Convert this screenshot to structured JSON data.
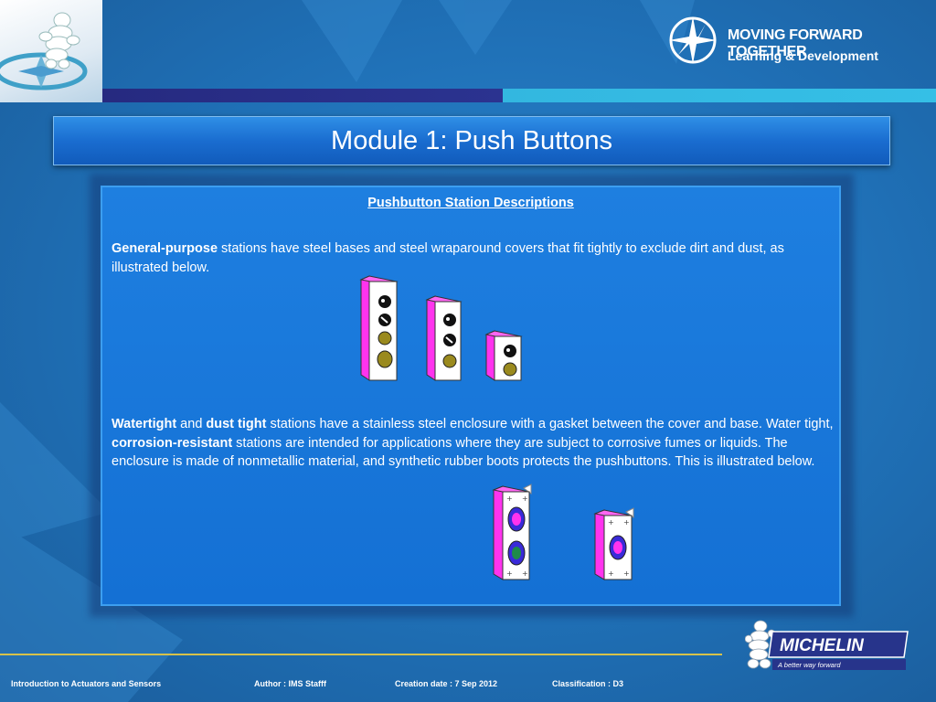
{
  "header": {
    "brand_line1": "MOVING FORWARD TOGETHER",
    "brand_line2": "Learning & Development"
  },
  "title": "Module 1:  Push Buttons",
  "panel": {
    "heading": "Pushbutton Station Descriptions",
    "p1_bold": "General-purpose",
    "p1_text": " stations have steel bases and steel wraparound covers that fit tightly to exclude dirt and dust, as illustrated below.",
    "p2_bold1": "Watertight",
    "p2_and": " and ",
    "p2_bold2": "dust tight",
    "p2_text1": " stations have a stainless steel enclosure with a gasket between the cover and base.  Water tight, ",
    "p2_bold3": "corrosion-resistant",
    "p2_text2": " stations are intended for applications where they are subject to corrosive fumes or liquids.  The enclosure is made of nonmetallic material, and synthetic rubber boots protects the pushbuttons.  This is illustrated  below."
  },
  "footer": {
    "course": "Introduction to Actuators and Sensors",
    "author": "Author : IMS Stafff",
    "date": "Creation date : 7 Sep 2012",
    "classification": "Classification : D3"
  },
  "michelin": {
    "name": "MICHELIN",
    "tagline": "A better way forward"
  },
  "colors": {
    "pink": "#ff33ee",
    "olive": "#9a8a1e",
    "boot_blue": "#3a2ad8"
  }
}
